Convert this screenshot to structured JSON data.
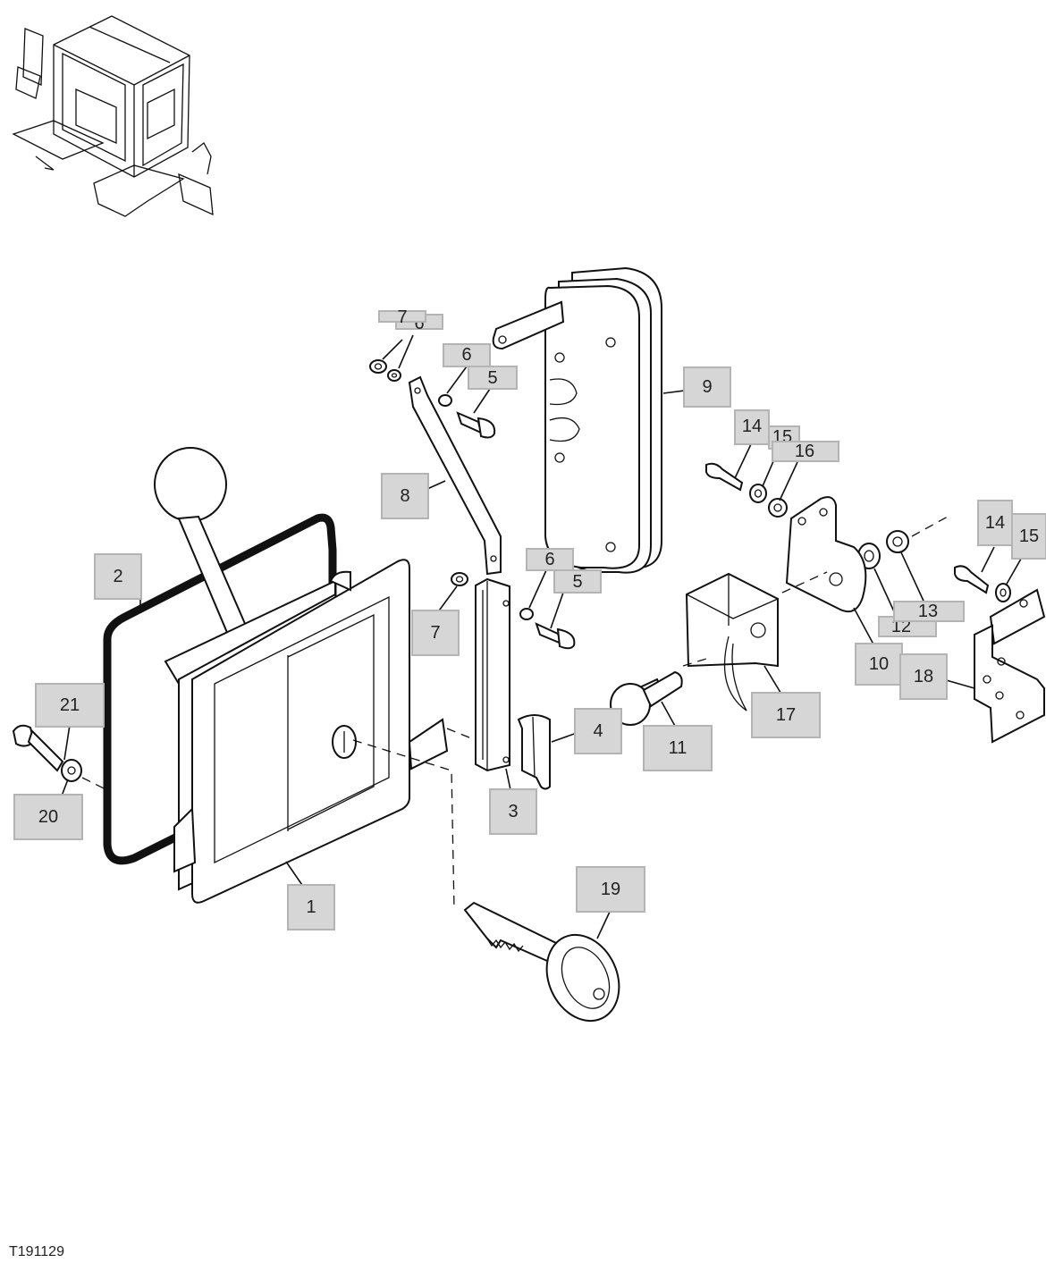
{
  "figure_code": "T191129",
  "callouts": [
    "1",
    "2",
    "3",
    "4",
    "5",
    "5",
    "6",
    "6",
    "6",
    "7",
    "7",
    "8",
    "9",
    "10",
    "11",
    "12",
    "13",
    "14",
    "14",
    "15",
    "15",
    "16",
    "17",
    "18",
    "19",
    "20",
    "21"
  ]
}
